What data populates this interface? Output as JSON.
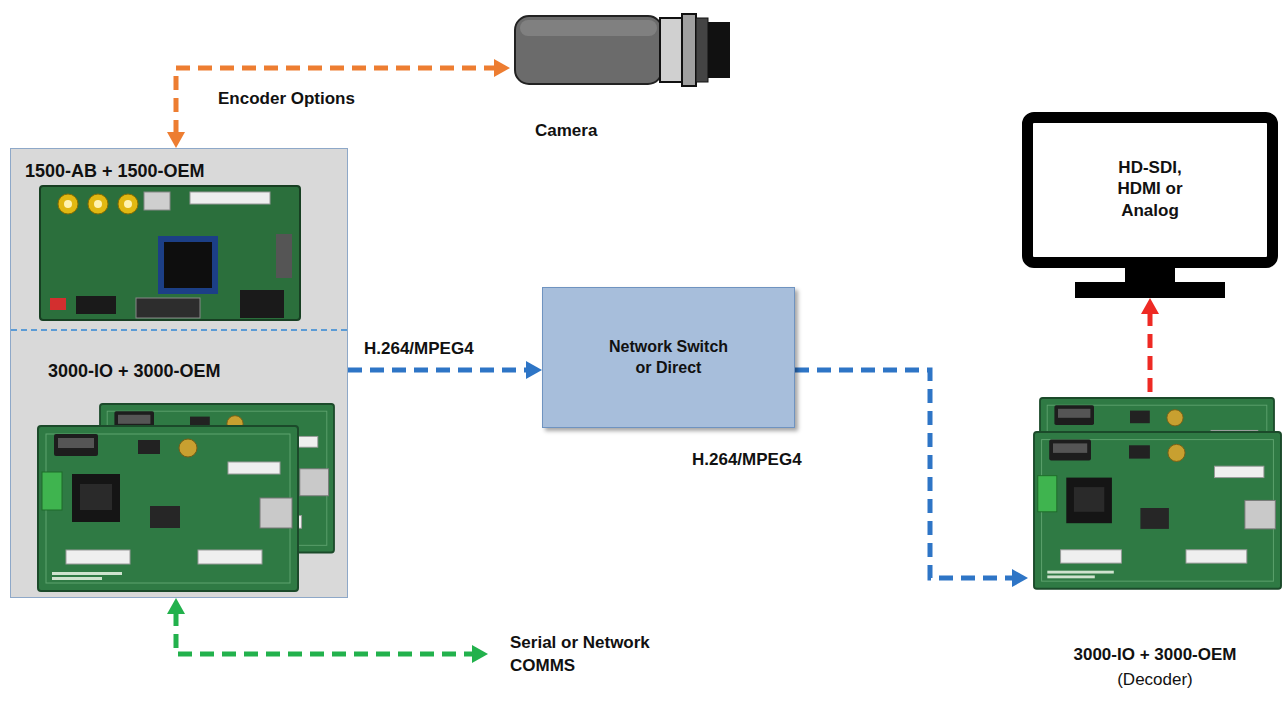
{
  "diagram": {
    "nodes": [
      {
        "text": [
          "Encoder Options"
        ]
      },
      {
        "text": [
          "1500-AB + 1500-OEM"
        ],
        "in": 0
      },
      {
        "text": [
          "3000-IO + 3000-OEM"
        ],
        "in": 0
      },
      {
        "text": [
          "Camera"
        ]
      },
      {
        "text": [
          "Network Switch or Direct"
        ]
      },
      {
        "text": [
          "3000-IO + 3000-OEM",
          "(Decoder)"
        ]
      },
      {
        "text": [
          "HD-SDI, HDMI or Analog"
        ]
      },
      {
        "text": [
          "Serial or Network COMMS"
        ]
      }
    ],
    "edges": [
      {
        "from": 0,
        "to": 3,
        "arrow": "both"
      },
      {
        "from": 0,
        "to": 4,
        "label": "H.264/MPEG4",
        "arrow": "to"
      },
      {
        "from": 4,
        "to": 5,
        "label": "H.264/MPEG4",
        "arrow": "to"
      },
      {
        "from": 5,
        "to": 6,
        "arrow": "to"
      },
      {
        "from": 0,
        "to": 7,
        "arrow": "both"
      }
    ]
  }
}
